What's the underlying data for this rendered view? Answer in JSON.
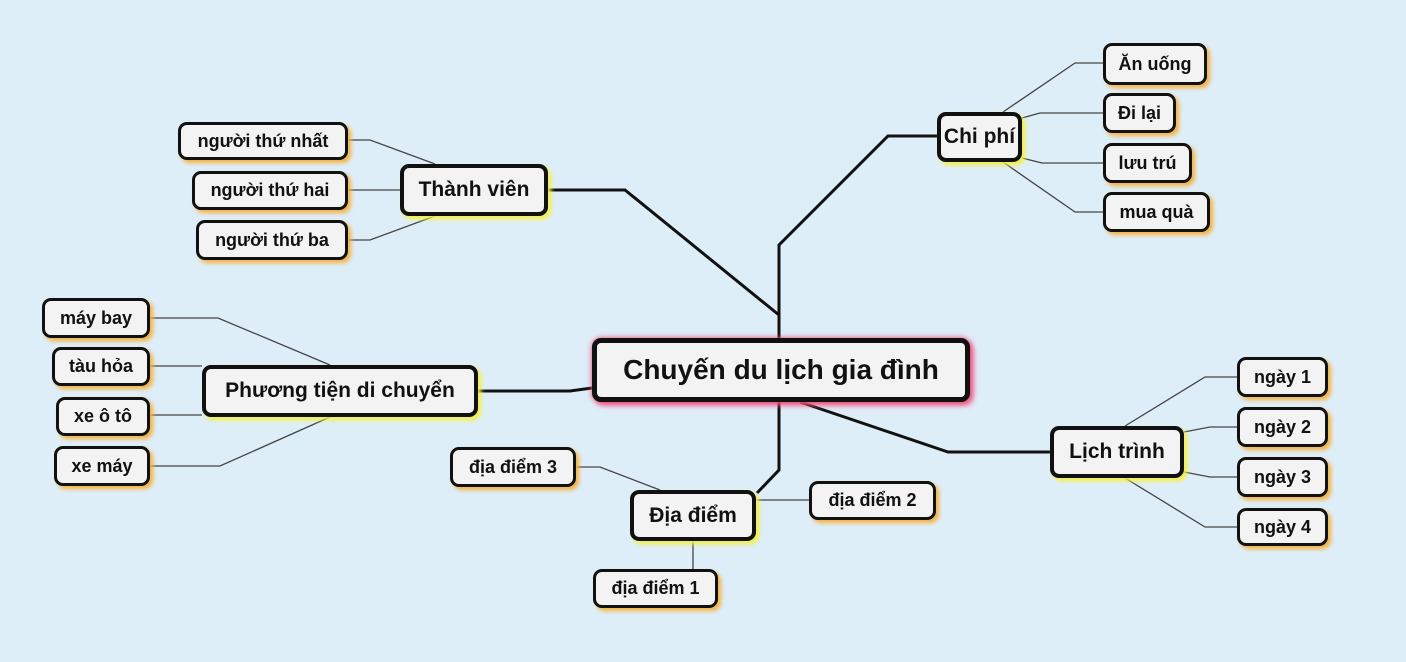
{
  "root": "Chuyến du lịch gia đình",
  "chi_phi": {
    "label": "Chi phí",
    "children": [
      "Ăn uống",
      "Đi lại",
      "lưu trú",
      "mua quà"
    ]
  },
  "thanh_vien": {
    "label": "Thành viên",
    "children": [
      "người thứ nhất",
      "người thứ hai",
      "người thứ ba"
    ]
  },
  "phuong_tien": {
    "label": "Phương tiện di chuyển",
    "children": [
      "máy bay",
      "tàu hỏa",
      "xe ô tô",
      "xe máy"
    ]
  },
  "dia_diem": {
    "label": "Địa điểm",
    "children": [
      "địa điểm 1",
      "địa điểm 2",
      "địa điểm 3"
    ]
  },
  "lich_trinh": {
    "label": "Lịch trình",
    "children": [
      "ngày 1",
      "ngày 2",
      "ngày 3",
      "ngày 4"
    ]
  }
}
